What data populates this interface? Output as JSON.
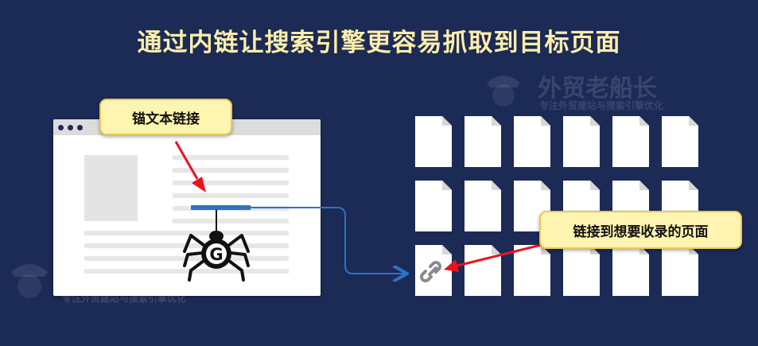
{
  "title": "通过内链让搜索引擎更容易抓取到目标页面",
  "anchor_callout": "锚文本链接",
  "target_callout": "链接到想要收录的页面",
  "spider_letter": "G",
  "watermark": {
    "brand": "外贸老船长",
    "tagline": "专注外贸建站与搜索引擎优化"
  },
  "colors": {
    "background": "#1c2a56",
    "title": "#ffeeaa",
    "link_line": "#2a73c7",
    "arrow": "#e8141e",
    "callout_fill": "#fff4b0"
  },
  "icons": [
    "browser-dots-icon",
    "spider-icon",
    "document-icon",
    "link-icon",
    "arrow-icon"
  ]
}
